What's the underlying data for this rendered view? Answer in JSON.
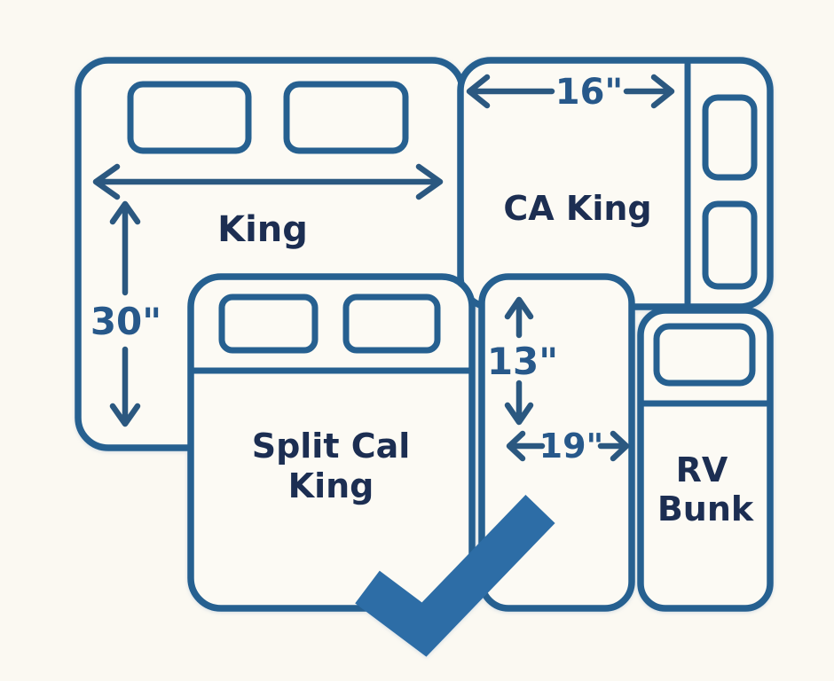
{
  "colors": {
    "background": "#fbf9f2",
    "bed_outline": "#266090",
    "dimension": "#2b5880",
    "bed_label": "#1c2e52",
    "checkmark": "#2d6da6"
  },
  "beds": {
    "king": {
      "label": "King",
      "height_label": "30\""
    },
    "ca_king": {
      "label": "CA King",
      "width_label": "16\""
    },
    "split_cal_king": {
      "label_line1": "Split Cal",
      "label_line2": "King",
      "height_label": "13\"",
      "width_label": "19\""
    },
    "rv_bunk": {
      "label_line1": "RV",
      "label_line2": "Bunk"
    }
  },
  "icons": {
    "checkmark": "check-icon"
  }
}
